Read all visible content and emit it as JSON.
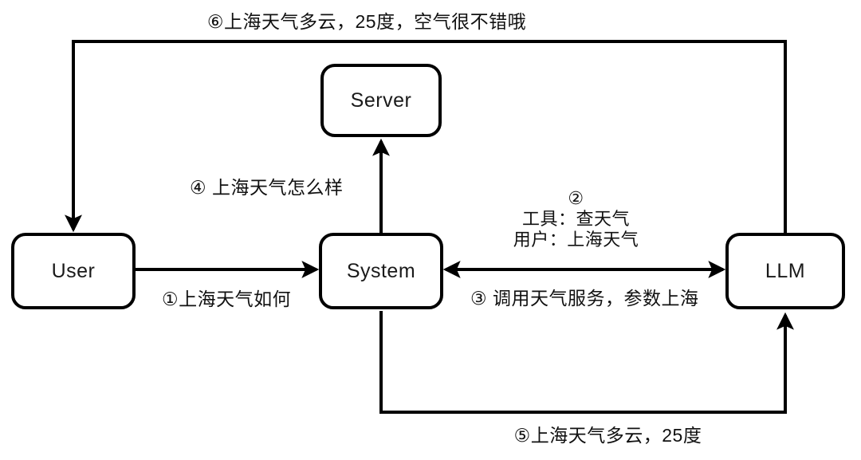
{
  "diagram": {
    "title": "llm-function-calling-flow",
    "background_color": "#ffffff",
    "line_color": "#000000",
    "nodes": {
      "server": {
        "label": "Server"
      },
      "user": {
        "label": "User"
      },
      "system": {
        "label": "System"
      },
      "llm": {
        "label": "LLM"
      }
    },
    "edges": {
      "step1": {
        "from": "User",
        "to": "System",
        "label": "①上海天气如何"
      },
      "step2": {
        "from": "LLM",
        "to": "System",
        "line1": "②",
        "line2": "工具：查天气",
        "line3": "用户：上海天气"
      },
      "step3": {
        "from": "System",
        "to": "LLM",
        "label": "③ 调用天气服务，参数上海"
      },
      "step4": {
        "from": "System",
        "to": "Server",
        "label": "④ 上海天气怎么样"
      },
      "step5": {
        "from": "System",
        "to": "LLM",
        "label": "⑤上海天气多云，25度"
      },
      "step6": {
        "from": "LLM",
        "to": "User",
        "label": "⑥上海天气多云，25度，空气很不错哦"
      }
    }
  }
}
